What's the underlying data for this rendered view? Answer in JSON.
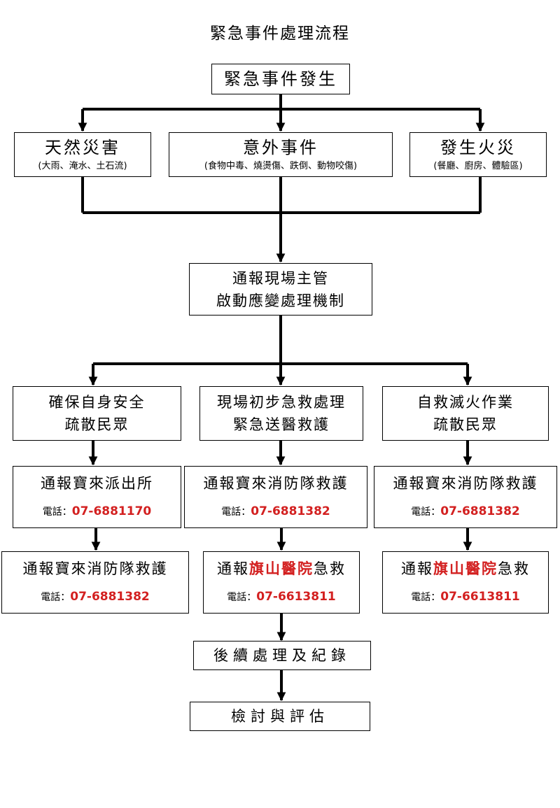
{
  "title": "緊急事件處理流程",
  "start": "緊急事件發生",
  "events": [
    {
      "label": "天然災害",
      "detail": "(大雨、淹水、土石流)"
    },
    {
      "label": "意外事件",
      "detail": "(食物中毒、燒燙傷、跌倒、動物咬傷)"
    },
    {
      "label": "發生火災",
      "detail": "(餐廳、廚房、體驗區)"
    }
  ],
  "report_manager": {
    "line1": "通報現場主管",
    "line2": "啟動應變處理機制"
  },
  "actions": [
    {
      "line1": "確保自身安全",
      "line2": "疏散民眾"
    },
    {
      "line1": "現場初步急救處理",
      "line2": "緊急送醫救護"
    },
    {
      "line1": "自救滅火作業",
      "line2": "疏散民眾"
    }
  ],
  "notify1": [
    {
      "label": "通報寶來派出所",
      "phone_label": "電話：",
      "phone": "07-6881170"
    },
    {
      "label": "通報寶來消防隊救護",
      "phone_label": "電話：",
      "phone": "07-6881382"
    },
    {
      "label": "通報寶來消防隊救護",
      "phone_label": "電話：",
      "phone": "07-6881382"
    }
  ],
  "notify2": [
    {
      "label": "通報寶來消防隊救護",
      "phone_label": "電話：",
      "phone": "07-6881382"
    },
    {
      "prefix": "通報",
      "highlight": "旗山醫院",
      "suffix": "急救",
      "phone_label": "電話：",
      "phone": "07-6613811"
    },
    {
      "prefix": "通報",
      "highlight": "旗山醫院",
      "suffix": "急救",
      "phone_label": "電話：",
      "phone": "07-6613811"
    }
  ],
  "follow_up": "後續處理及紀錄",
  "review": "檢討與評估",
  "colors": {
    "highlight": "#d32020",
    "line": "#000000"
  }
}
